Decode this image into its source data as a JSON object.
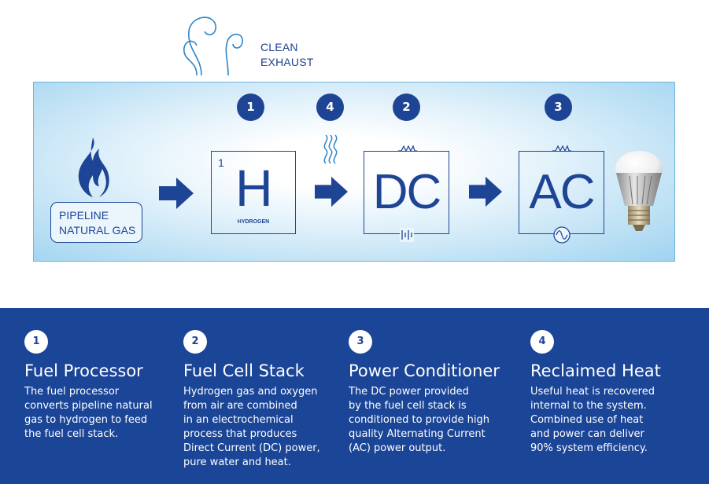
{
  "exhaust": {
    "line1": "CLEAN",
    "line2": "EXHAUST"
  },
  "pipeline": {
    "line1": "PIPELINE",
    "line2": "NATURAL GAS"
  },
  "markers": {
    "step1": "1",
    "step4": "4",
    "step2": "2",
    "step3": "3"
  },
  "hydrogen_box": {
    "number": "1",
    "symbol": "H",
    "name": "HYDROGEN"
  },
  "dc_box": {
    "label": "DC"
  },
  "ac_box": {
    "label": "AC"
  },
  "colors": {
    "brand_blue": "#1e4595",
    "footer_blue": "#1b4597",
    "panel_light": "#dff0fa"
  },
  "columns": [
    {
      "number": "1",
      "title": "Fuel Processor",
      "text": "The fuel processor\nconverts pipeline natural\ngas to hydrogen to feed\nthe fuel cell stack."
    },
    {
      "number": "2",
      "title": "Fuel Cell Stack",
      "text": "Hydrogen gas and oxygen\nfrom air are combined\nin an electrochemical\nprocess that produces\nDirect Current (DC) power,\npure water and heat."
    },
    {
      "number": "3",
      "title": "Power Conditioner",
      "text": "The DC power provided\nby the fuel cell stack is\nconditioned to provide high\nquality Alternating Current\n(AC) power output."
    },
    {
      "number": "4",
      "title": "Reclaimed Heat",
      "text": "Useful heat is recovered\ninternal to the system.\nCombined use of heat\nand power can deliver\n90% system efficiency."
    }
  ]
}
